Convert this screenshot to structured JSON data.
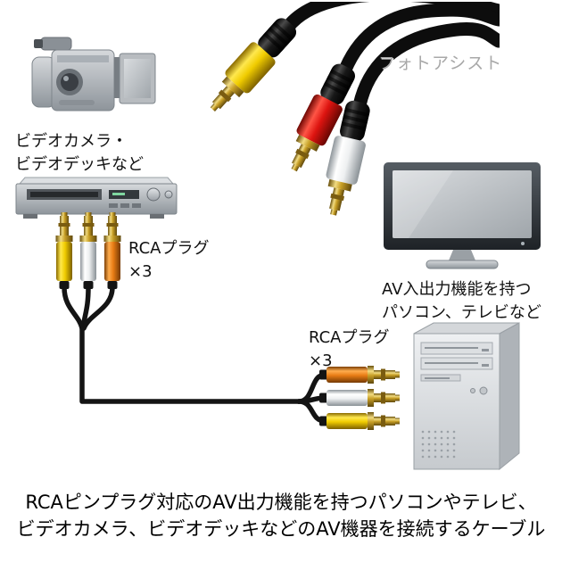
{
  "watermark": "フォトアシスト",
  "diagram": {
    "source_device_label": "ビデオカメラ・\nビデオデッキなど",
    "rca_left_label": "RCAプラグ\n×3",
    "rca_right_label": "RCAプラグ\n×3",
    "target_device_label": "AV入出力機能を持つ\nパソコン、テレビなど"
  },
  "caption": "RCAピンプラグ対応のAV出力機能を持つパソコンやテレビ、\nビデオカメラ、ビデオデッキなどのAV機器を接続するケーブル",
  "plugs": {
    "photo_connector_colors": [
      "yellow",
      "red",
      "white"
    ],
    "left_connector_colors": [
      "yellow",
      "white",
      "orange"
    ],
    "right_connector_colors": [
      "orange",
      "white",
      "yellow"
    ]
  },
  "colors": {
    "plug_yellow": "#f0cc00",
    "plug_red": "#dd1410",
    "plug_white": "#eef0f1",
    "plug_orange": "#e87c14",
    "plug_gold": "#c79e25",
    "cable_black": "#0d0d0d",
    "device_gray": "#b6bcc1",
    "text_black": "#111111",
    "watermark_gray": "#a8a8a8"
  }
}
